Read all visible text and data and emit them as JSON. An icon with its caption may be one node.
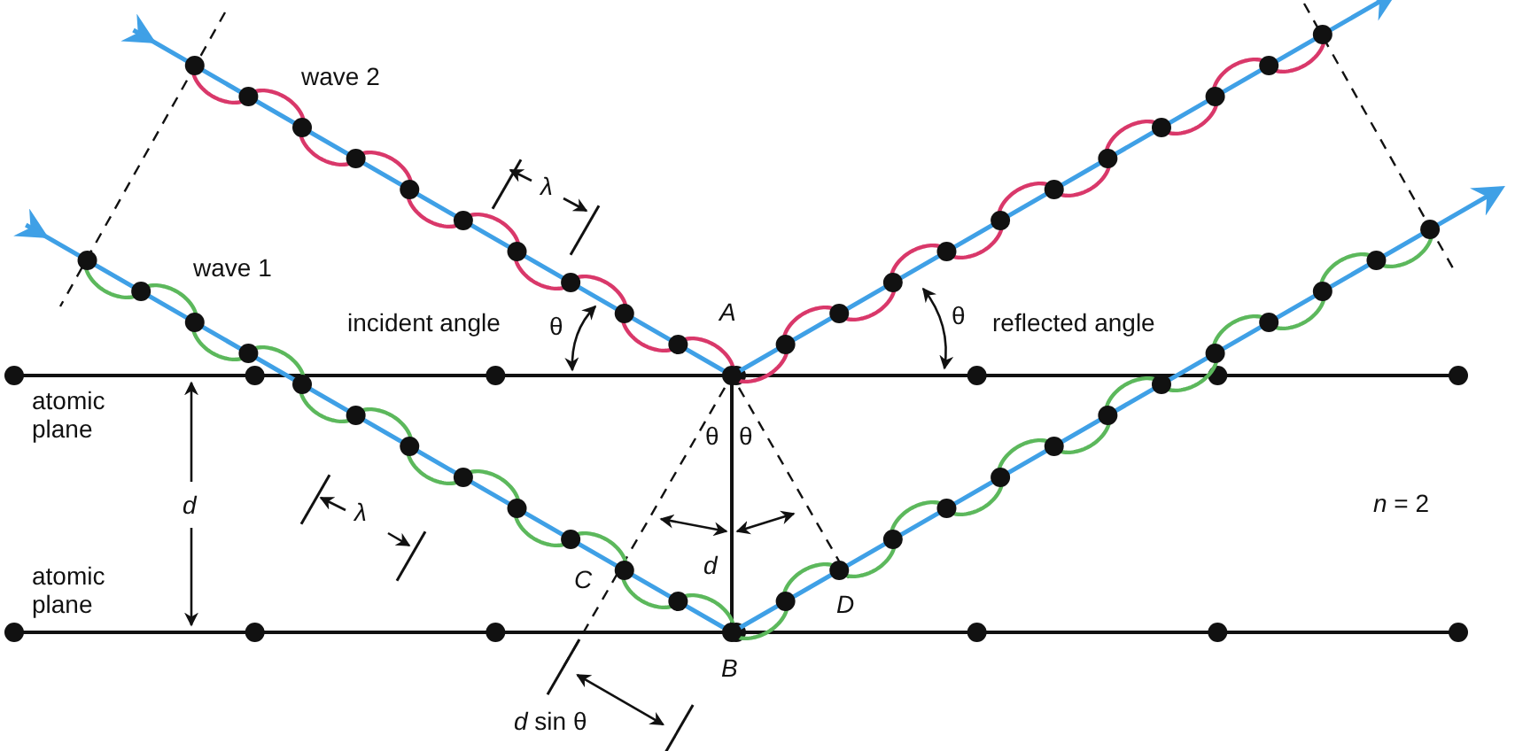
{
  "diagram": {
    "labels": [
      "wave 2",
      "wave 1",
      "λ",
      "incident angle",
      "θ",
      "A",
      "θ",
      "reflected angle",
      "atomic plane",
      "atomic plane",
      "d",
      "θ",
      "θ",
      "d",
      "C",
      "D",
      "*n* = 2",
      "B",
      "*d* sin θ",
      "λ"
    ]
  }
}
